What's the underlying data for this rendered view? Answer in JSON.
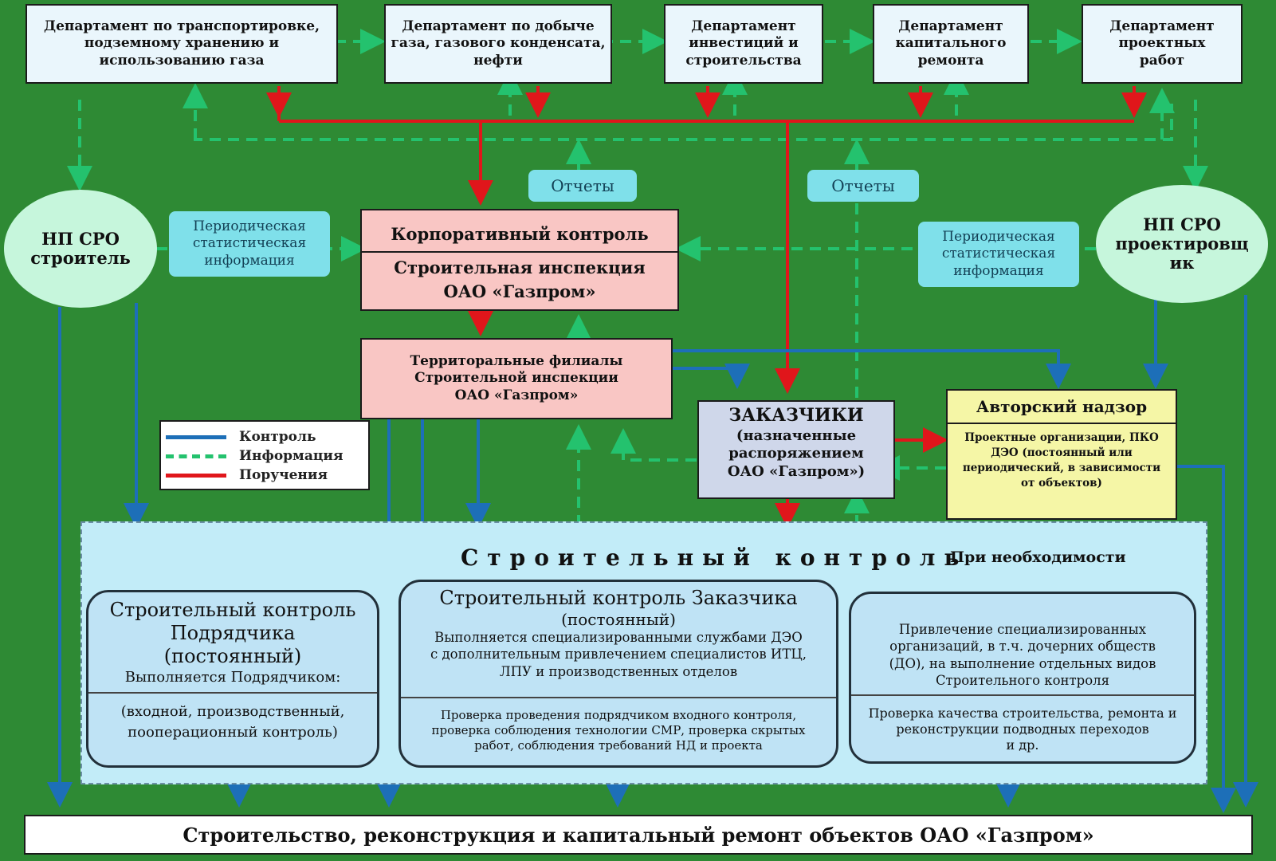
{
  "departments": [
    "Департамент по транспортировке,\nподземному хранению и\nиспользованию газа",
    "Департамент по добыче\nгаза, газового конденсата,\nнефти",
    "Департамент\nинвестиций и\nстроительства",
    "Департамент\nкапитального\nремонта",
    "Департамент\nпроектных\nработ"
  ],
  "reports_left": "Отчеты",
  "reports_right": "Отчеты",
  "sro_builder": "НП СРО\nстроитель",
  "sro_designer": "НП СРО\nпроектировщ\nик",
  "periodic_left": "Периодическая\nстатистическая\nинформация",
  "periodic_right": "Периодическая\nстатистическая\nинформация",
  "corp": {
    "title": "Корпоративный контроль",
    "line1": "Строительная инспекция",
    "line2": "ОАО «Газпром»"
  },
  "territorial": {
    "line1": "Территоральные филиалы",
    "line2": "Строительной инспекции",
    "line3": "ОАО «Газпром»"
  },
  "customers": {
    "title": "ЗАКАЗЧИКИ",
    "line1": "(назначенные",
    "line2": "распоряжением",
    "line3": "ОАО «Газпром»)"
  },
  "author": {
    "title": "Авторский надзор",
    "line1": "Проектные организации, ПКО",
    "line2": "ДЭО (постоянный или",
    "line3": "периодический, в зависимости",
    "line4": "от объектов)"
  },
  "legend": {
    "control": "Контроль",
    "info": "Информация",
    "orders": "Поручения",
    "control_color": "#1d6fb8",
    "info_color": "#12a05a",
    "orders_color": "#e0161b"
  },
  "sk_title": "Строительный контроль",
  "when_needed": "При необходимости",
  "contractor": {
    "t1": "Строительный контроль",
    "t2": "Подрядчика",
    "t3": "(постоянный)",
    "t4": "Выполняется Подрядчиком:",
    "b1": "(входной, производственный,",
    "b2": "пооперационный контроль)"
  },
  "customer_sk": {
    "t1": "Строительный контроль Заказчика",
    "t2": "(постоянный)",
    "t3": "Выполняется специализированными службами ДЭО",
    "t4": "с дополнительным привлечением специалистов ИТЦ,",
    "t5": "ЛПУ и производственных отделов",
    "b1": "Проверка проведения подрядчиком входного контроля,",
    "b2": "проверка соблюдения технологии СМР, проверка скрытых",
    "b3": "работ, соблюдения требований НД и проекта"
  },
  "special": {
    "t1": "Привлечение специализированных",
    "t2": "организаций, в т.ч. дочерних обществ",
    "t3": "(ДО), на выполнение отдельных видов",
    "t4": "Строительного контроля",
    "b1": "Проверка качества строительства, ремонта и",
    "b2": "реконструкции подводных переходов",
    "b3": "и др."
  },
  "bottom": "Строительство, реконструкция и капитальный ремонт объектов ОАО «Газпром»"
}
